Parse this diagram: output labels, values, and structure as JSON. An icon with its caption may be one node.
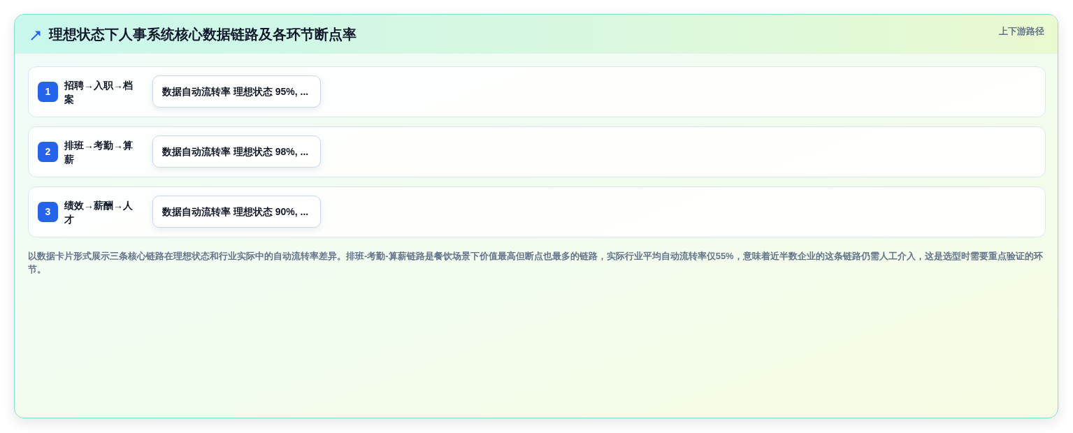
{
  "diagram": {
    "title": "理想状态下人事系统核心数据链路及各环节断点率",
    "caption": "以数据卡片形式展示三条核心链路在理想状态和行业实际中的自动流转率差异。排班-考勤-算薪链路是餐饮场景下价值最高但断点也最多的链路，实际行业平均自动流转率仅55%，意味着近半数企业的这条链路仍需人工介入，这是选型时需要重点验证的环节。",
    "nodes": [
      {
        "text": [
          "招聘→入职→档案"
        ]
      },
      {
        "text": [
          "1"
        ],
        "in": 0
      },
      {
        "text": [
          "数据自动流转率 理想状态 95%, ..."
        ],
        "in": 0
      },
      {
        "text": [
          "排班→考勤→算薪"
        ]
      },
      {
        "text": [
          "2"
        ],
        "in": 3
      },
      {
        "text": [
          "数据自动流转率 理想状态 98%, ..."
        ],
        "in": 3
      },
      {
        "text": [
          "绩效→薪酬→人才"
        ]
      },
      {
        "text": [
          "3"
        ],
        "in": 6
      },
      {
        "text": [
          "数据自动流转率 理想状态 90%, ..."
        ],
        "in": 6
      }
    ],
    "labels": [
      "上下游路径"
    ]
  }
}
